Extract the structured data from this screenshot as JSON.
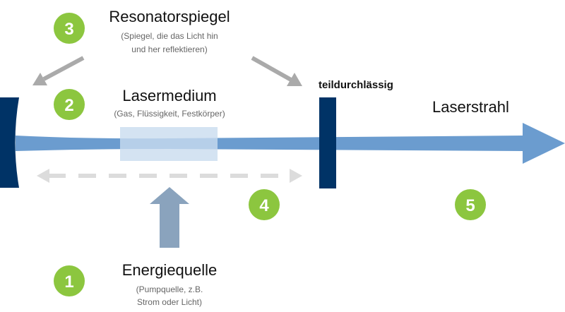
{
  "colors": {
    "badge": "#8cc63f",
    "mirror": "#003366",
    "beam": "#6b9ccf",
    "medium": "#c9dcef",
    "pump_arrow": "#8aa3bd",
    "reflection_arrows": "#aaaaaa",
    "dashed_arrow": "#dcdcdc"
  },
  "labels": {
    "resonator": {
      "number": "3",
      "title": "Resonatorspiegel",
      "sub1": "(Spiegel, die das Licht hin",
      "sub2": "und her reflektieren)"
    },
    "medium": {
      "number": "2",
      "title": "Lasermedium",
      "sub": "(Gas, Flüssigkeit, Festkörper)"
    },
    "semi": {
      "title": "teildurchlässig"
    },
    "beam": {
      "title": "Laserstrahl"
    },
    "step4": {
      "number": "4"
    },
    "step5": {
      "number": "5"
    },
    "energy": {
      "number": "1",
      "title": "Energiequelle",
      "sub1": "(Pumpquelle, z.B.",
      "sub2": "Strom oder Licht)"
    }
  }
}
